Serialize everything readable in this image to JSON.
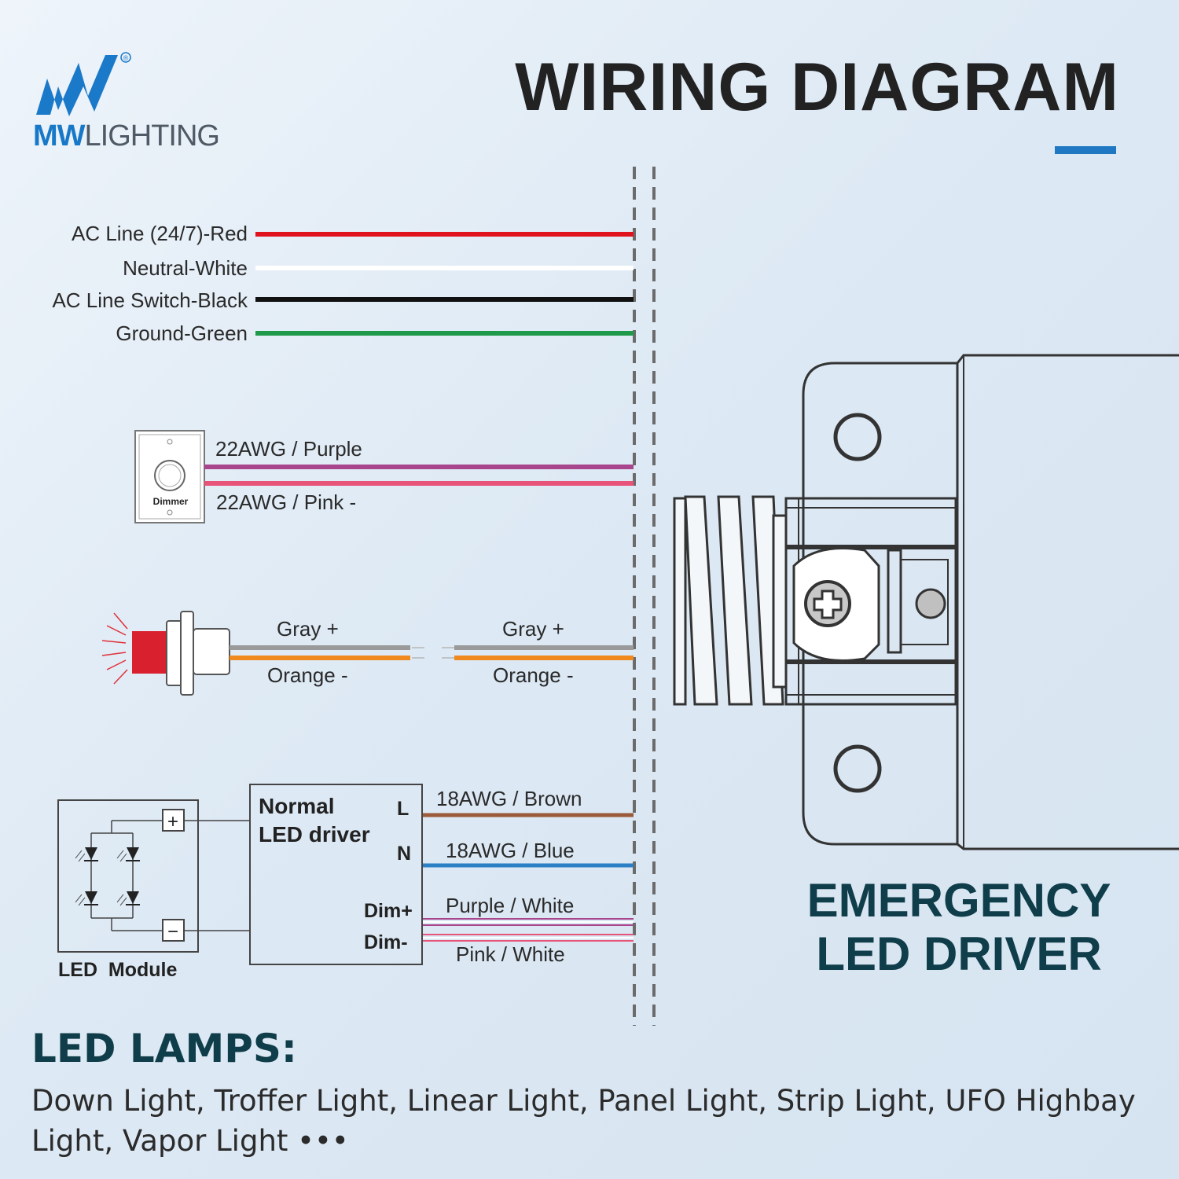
{
  "brand": {
    "name_bold": "MW",
    "name_rest": "LIGHTING",
    "registered": "®"
  },
  "title": "WIRING DIAGRAM",
  "ac_wires": [
    {
      "label": "AC Line (24/7)-Red",
      "color": "#e0121e"
    },
    {
      "label": "Neutral-White",
      "color": "#ffffff"
    },
    {
      "label": "AC Line Switch-Black",
      "color": "#111111"
    },
    {
      "label": "Ground-Green",
      "color": "#1e9a4a"
    }
  ],
  "dimmer": {
    "label": "Dimmer",
    "wire_1": {
      "label": "22AWG / Purple",
      "color": "#a8458c"
    },
    "wire_2": {
      "label": "22AWG / Pink -",
      "color": "#e8537a"
    }
  },
  "test_switch": {
    "left_top": "Gray +",
    "left_bottom": "Orange -",
    "right_top": "Gray +",
    "right_bottom": "Orange -",
    "gray_color": "#9a9a9a",
    "orange_color": "#f0891e",
    "button_color": "#d9202e"
  },
  "normal_driver": {
    "title_line_1": "Normal",
    "title_line_2": "LED driver",
    "terminal_l": "L",
    "terminal_n": "N",
    "terminal_dim_plus": "Dim+",
    "terminal_dim_minus": "Dim-"
  },
  "led_module": {
    "label": "LED  Module",
    "plus": "+",
    "minus": "−"
  },
  "driver_wires": {
    "brown": {
      "label": "18AWG / Brown",
      "color": "#9b5a3a"
    },
    "blue": {
      "label": "18AWG / Blue",
      "color": "#2a7fc5"
    },
    "purple_white": {
      "label": "Purple / White",
      "color": "#a8458c"
    },
    "pink_white": {
      "label": "Pink / White",
      "color": "#e8537a"
    }
  },
  "product_title": {
    "line_1": "EMERGENCY",
    "line_2": "LED DRIVER"
  },
  "lamps": {
    "heading": "LED LAMPS:",
    "list": "Down Light, Troffer Light, Linear Light, Panel Light, Strip Light, UFO Highbay Light, Vapor Light •••"
  }
}
